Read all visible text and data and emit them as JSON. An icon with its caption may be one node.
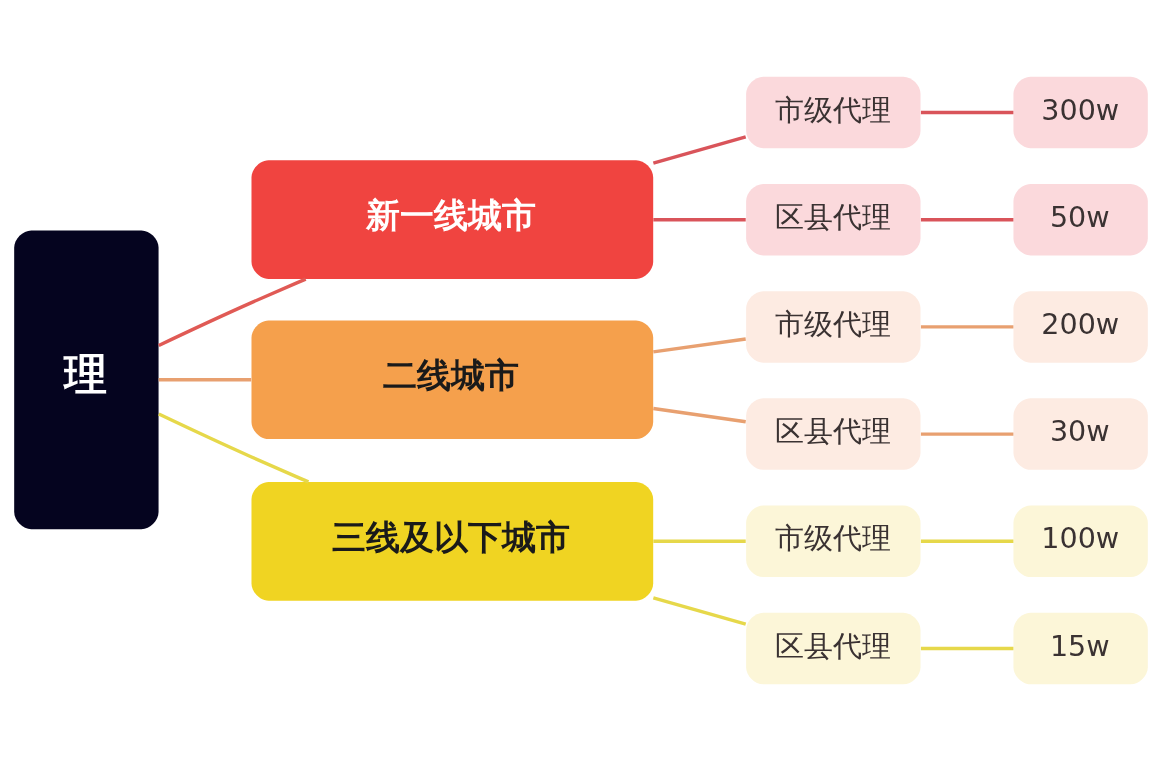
{
  "diagram": {
    "nodes": [
      {
        "text": [
          "理"
        ]
      },
      {
        "text": [
          "新一线城市"
        ]
      },
      {
        "text": [
          "市级代理"
        ]
      },
      {
        "text": [
          "300w"
        ]
      },
      {
        "text": [
          "区县代理"
        ]
      },
      {
        "text": [
          "50w"
        ]
      },
      {
        "text": [
          "二线城市"
        ]
      },
      {
        "text": [
          "市级代理"
        ]
      },
      {
        "text": [
          "200w"
        ]
      },
      {
        "text": [
          "区县代理"
        ]
      },
      {
        "text": [
          "30w"
        ]
      },
      {
        "text": [
          "三线及以下城市"
        ]
      },
      {
        "text": [
          "市级代理"
        ]
      },
      {
        "text": [
          "100w"
        ]
      },
      {
        "text": [
          "区县代理"
        ]
      },
      {
        "text": [
          "15w"
        ]
      }
    ],
    "edges": [
      {
        "from": 0,
        "to": 1,
        "arrow": "none",
        "color": "#e05a55"
      },
      {
        "from": 1,
        "to": 2,
        "arrow": "none",
        "color": "#d9545a"
      },
      {
        "from": 2,
        "to": 3,
        "arrow": "none",
        "color": "#d9545a"
      },
      {
        "from": 1,
        "to": 4,
        "arrow": "none",
        "color": "#d9545a"
      },
      {
        "from": 4,
        "to": 5,
        "arrow": "none",
        "color": "#d9545a"
      },
      {
        "from": 0,
        "to": 6,
        "arrow": "none",
        "color": "#e8a070"
      },
      {
        "from": 6,
        "to": 7,
        "arrow": "none",
        "color": "#e8a070"
      },
      {
        "from": 7,
        "to": 8,
        "arrow": "none",
        "color": "#e8a070"
      },
      {
        "from": 6,
        "to": 9,
        "arrow": "none",
        "color": "#e8a070"
      },
      {
        "from": 9,
        "to": 10,
        "arrow": "none",
        "color": "#e8a070"
      },
      {
        "from": 0,
        "to": 11,
        "arrow": "none",
        "color": "#e6d84a"
      },
      {
        "from": 11,
        "to": 12,
        "arrow": "none",
        "color": "#e6d84a"
      },
      {
        "from": 12,
        "to": 13,
        "arrow": "none",
        "color": "#e6d84a"
      },
      {
        "from": 11,
        "to": 14,
        "arrow": "none",
        "color": "#e6d84a"
      },
      {
        "from": 14,
        "to": 15,
        "arrow": "none",
        "color": "#e6d84a"
      }
    ]
  }
}
